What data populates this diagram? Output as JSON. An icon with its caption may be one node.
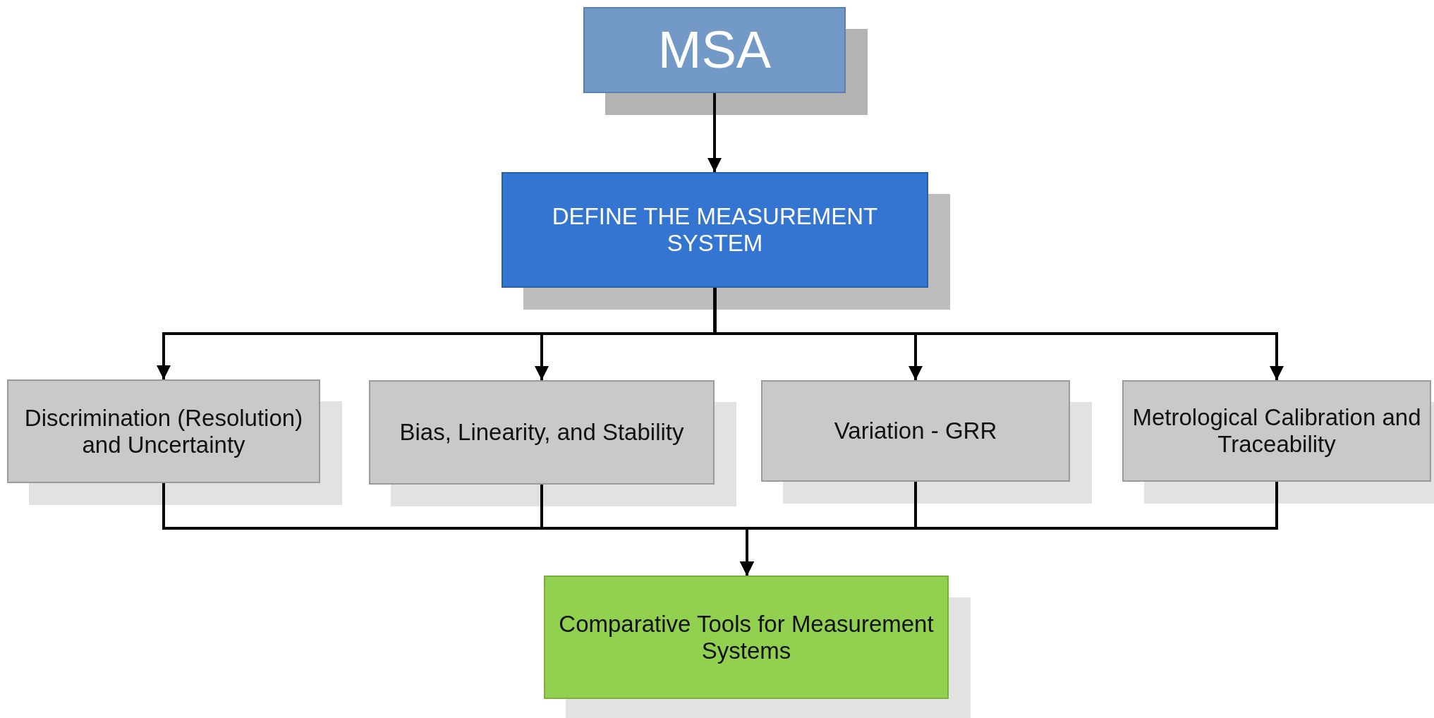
{
  "diagram": {
    "nodes": [
      {
        "text": [
          "MSA"
        ]
      },
      {
        "text": [
          "DEFINE THE MEASUREMENT SYSTEM"
        ]
      },
      {
        "text": [
          "Discrimination (Resolution)  and Uncertainty"
        ]
      },
      {
        "text": [
          "Bias, Linearity, and Stability"
        ]
      },
      {
        "text": [
          "Variation - GRR"
        ]
      },
      {
        "text": [
          "Metrological Calibration and Traceability"
        ]
      },
      {
        "text": [
          "Comparative Tools for Measurement Systems"
        ]
      }
    ],
    "edges": [
      {
        "from": 0,
        "to": 1,
        "arrow": "to"
      },
      {
        "from": 1,
        "to": 2,
        "arrow": "to"
      },
      {
        "from": 1,
        "to": 3,
        "arrow": "to"
      },
      {
        "from": 1,
        "to": 4,
        "arrow": "to"
      },
      {
        "from": 1,
        "to": 5,
        "arrow": "to"
      },
      {
        "from": 2,
        "to": 6,
        "arrow": "to"
      },
      {
        "from": 3,
        "to": 6,
        "arrow": "to"
      },
      {
        "from": 4,
        "to": 6,
        "arrow": "to"
      },
      {
        "from": 5,
        "to": 6,
        "arrow": "to"
      }
    ]
  }
}
